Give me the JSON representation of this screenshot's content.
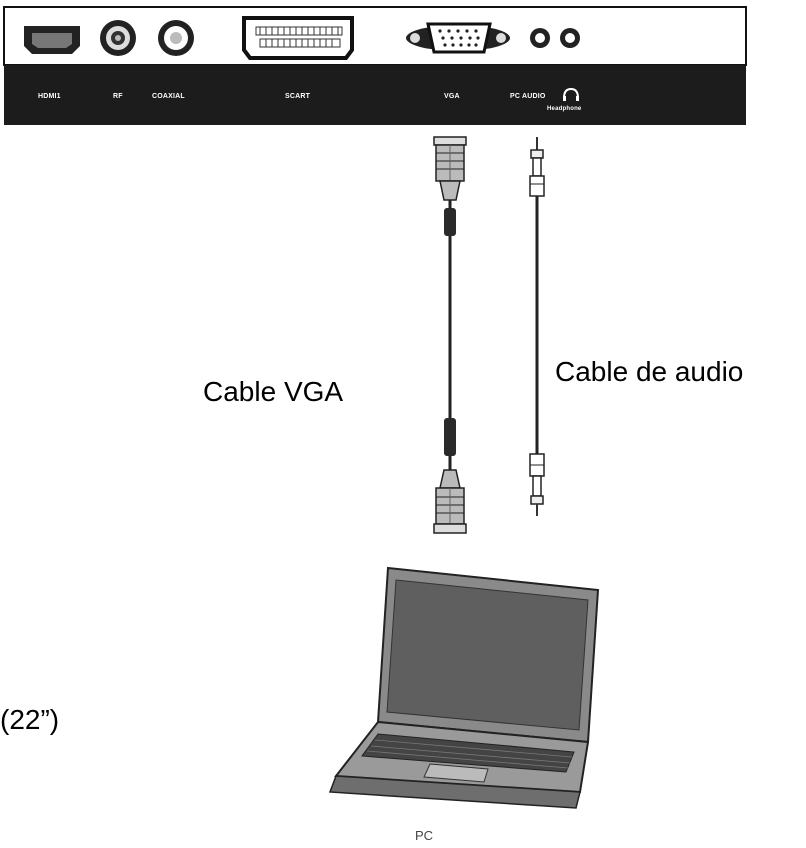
{
  "panel": {
    "ports": {
      "hdmi": "HDMI1",
      "rf": "RF",
      "coaxial": "COAXIAL",
      "scart": "SCART",
      "vga": "VGA",
      "pc_audio": "PC AUDIO",
      "headphone": "Headphone"
    }
  },
  "labels": {
    "vga_cable": "Cable VGA",
    "audio_cable": "Cable de audio",
    "size_note": "(22”)",
    "pc": "PC"
  },
  "icons": [
    "hdmi-port-icon",
    "rf-port-icon",
    "coaxial-port-icon",
    "scart-port-icon",
    "vga-port-icon",
    "audio-jack-icon",
    "headphone-icon",
    "vga-connector-icon",
    "rca-plug-icon",
    "laptop-icon"
  ]
}
